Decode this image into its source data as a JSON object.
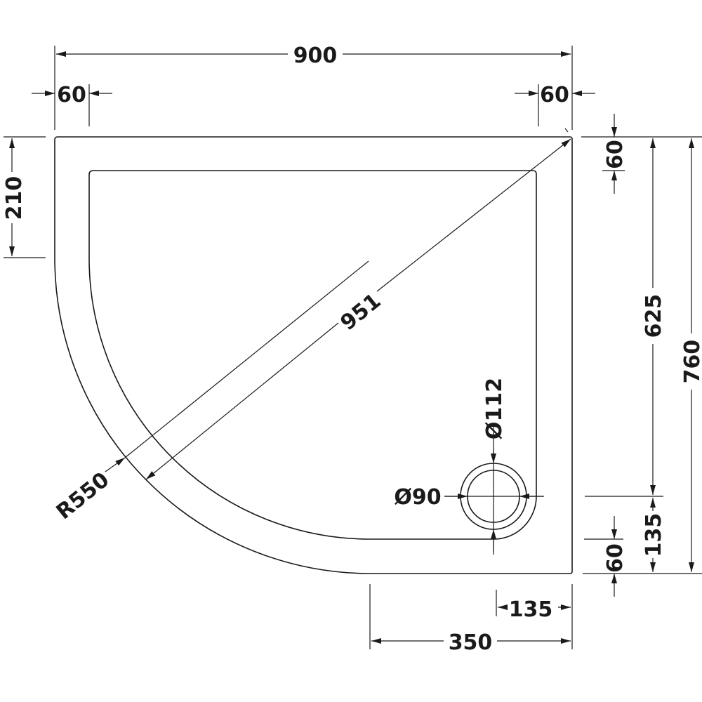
{
  "drawing": {
    "overall_width": "900",
    "left_rim": "60",
    "right_rim": "60",
    "left_straight": "210",
    "top_rim": "60",
    "drain_from_top": "625",
    "overall_depth": "760",
    "drain_from_bottom": "135",
    "bottom_rim": "60",
    "drain_from_right": "135",
    "bottom_straight": "350",
    "diagonal": "951",
    "radius": "R550",
    "outer_waste_diameter": "Ø112",
    "inner_waste_diameter": "Ø90"
  },
  "colors": {
    "line": "#1a1a1a",
    "background": "#ffffff"
  }
}
